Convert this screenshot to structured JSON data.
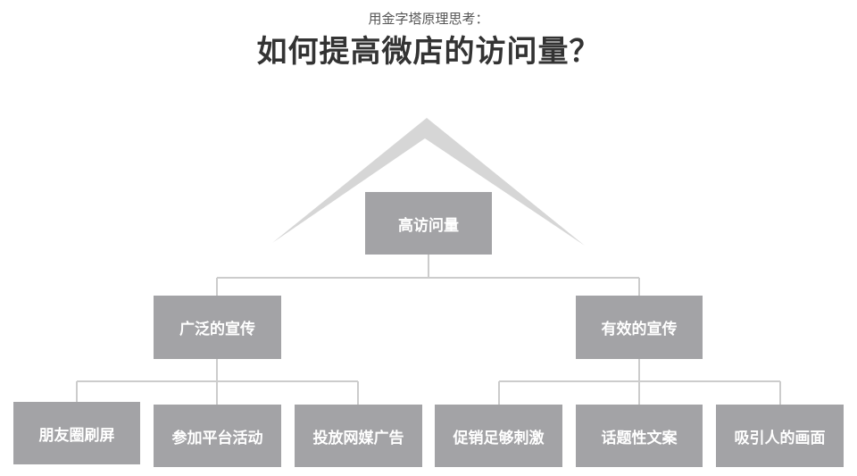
{
  "header": {
    "subtitle": "用金字塔原理思考：",
    "title": "如何提高微店的访问量？"
  },
  "diagram": {
    "root": {
      "label": "高访问量"
    },
    "branches": [
      {
        "label": "广泛的宣传",
        "children": [
          "朋友圈刷屏",
          "参加平台活动",
          "投放网媒广告"
        ]
      },
      {
        "label": "有效的宣传",
        "children": [
          "促销足够刺激",
          "话题性文案",
          "吸引人的画面"
        ]
      }
    ]
  },
  "colors": {
    "box_fill": "#a3a3a6",
    "box_text": "#ffffff",
    "connector": "#cccccc",
    "roof": "#d6d6d6"
  }
}
